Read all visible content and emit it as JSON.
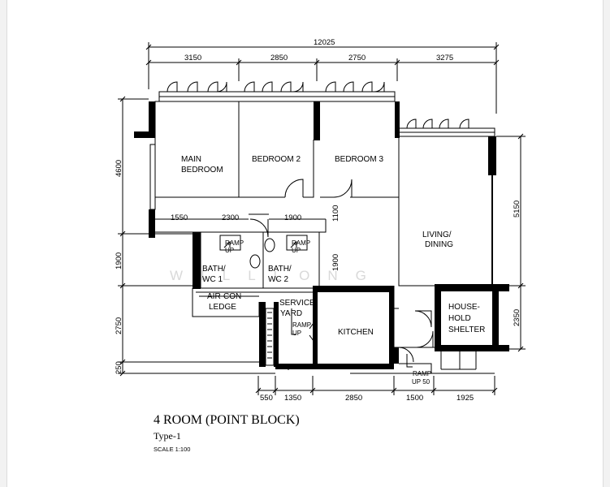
{
  "plan": {
    "title": "4 ROOM (POINT BLOCK)",
    "type": "Type-1",
    "scale": "SCALE 1:100",
    "watermark": "WILLLONG",
    "rooms": {
      "main_bedroom_1": "MAIN",
      "main_bedroom_2": "BEDROOM",
      "bedroom2": "BEDROOM 2",
      "bedroom3": "BEDROOM 3",
      "living_1": "LIVING/",
      "living_2": "DINING",
      "bath1_1": "BATH/",
      "bath1_2": "WC 1",
      "bath2_1": "BATH/",
      "bath2_2": "WC 2",
      "aircon_1": "AIR-CON",
      "aircon_2": "LEDGE",
      "service_1": "SERVICE",
      "service_2": "YARD",
      "kitchen": "KITCHEN",
      "shelter_1": "HOUSE-",
      "shelter_2": "HOLD",
      "shelter_3": "SHELTER"
    },
    "ramps": {
      "ramp": "RAMP",
      "up": "UP",
      "up50": "UP 50"
    },
    "dimensions": {
      "overall": "12025",
      "top": [
        "3150",
        "2850",
        "2750",
        "3275"
      ],
      "bottom": [
        "550",
        "1350",
        "2850",
        "1500",
        "1925"
      ],
      "left": [
        "4600",
        "1900",
        "2750",
        "250"
      ],
      "right": [
        "5150",
        "2350"
      ],
      "inner_row": [
        "1550",
        "2300",
        "1900"
      ],
      "inner_v1": "1100",
      "inner_v2": "1900"
    }
  }
}
